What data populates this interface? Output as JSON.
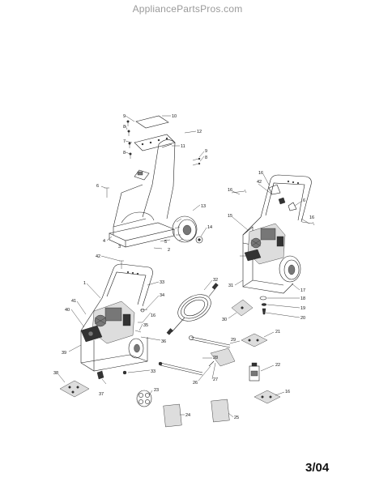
{
  "header": {
    "watermark": "AppliancePartsPros.com"
  },
  "footer": {
    "page_code": "3/04"
  },
  "callouts": {
    "c1": "1",
    "c2": "2",
    "c3": "3",
    "c4": "4",
    "c5": "5",
    "c6": "6",
    "c7": "7",
    "c8": "8",
    "c9": "9",
    "c10": "10",
    "c11": "11",
    "c12": "12",
    "c13": "13",
    "c14": "14",
    "c15": "15",
    "c16": "16",
    "c17": "17",
    "c18": "18",
    "c19": "19",
    "c20": "20",
    "c21": "21",
    "c22": "22",
    "c23": "23",
    "c24": "24",
    "c25": "25",
    "c26": "26",
    "c27": "27",
    "c28": "28",
    "c29": "29",
    "c30": "30",
    "c31": "31",
    "c32": "32",
    "c33": "33",
    "c34": "34",
    "c35": "35",
    "c36": "36",
    "c37": "37",
    "c38": "38",
    "c39": "39",
    "c40": "40",
    "c41": "41",
    "c42": "42"
  }
}
